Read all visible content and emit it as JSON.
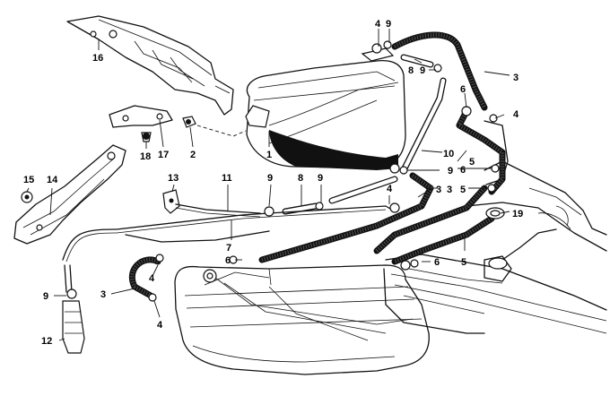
{
  "callouts": [
    {
      "id": "c16a",
      "label": "16"
    },
    {
      "id": "c4a",
      "label": "4"
    },
    {
      "id": "c9a",
      "label": "9"
    },
    {
      "id": "c8a",
      "label": "8"
    },
    {
      "id": "c9b",
      "label": "9"
    },
    {
      "id": "c3a",
      "label": "3"
    },
    {
      "id": "c6a",
      "label": "6"
    },
    {
      "id": "c4b",
      "label": "4"
    },
    {
      "id": "c10",
      "label": "10"
    },
    {
      "id": "c5a",
      "label": "5"
    },
    {
      "id": "c9c",
      "label": "9"
    },
    {
      "id": "c6b",
      "label": "6"
    },
    {
      "id": "c3b",
      "label": "3"
    },
    {
      "id": "c5b",
      "label": "5"
    },
    {
      "id": "c19",
      "label": "19"
    },
    {
      "id": "c1",
      "label": "1"
    },
    {
      "id": "c2",
      "label": "2"
    },
    {
      "id": "c17",
      "label": "17"
    },
    {
      "id": "c18",
      "label": "18"
    },
    {
      "id": "c15",
      "label": "15"
    },
    {
      "id": "c14",
      "label": "14"
    },
    {
      "id": "c13",
      "label": "13"
    },
    {
      "id": "c11",
      "label": "11"
    },
    {
      "id": "c9d",
      "label": "9"
    },
    {
      "id": "c8b",
      "label": "8"
    },
    {
      "id": "c9e",
      "label": "9"
    },
    {
      "id": "c4c",
      "label": "4"
    },
    {
      "id": "c3c",
      "label": "3"
    },
    {
      "id": "c7",
      "label": "7"
    },
    {
      "id": "c6c",
      "label": "6"
    },
    {
      "id": "c6d",
      "label": "6"
    },
    {
      "id": "c5c",
      "label": "5"
    },
    {
      "id": "c9f",
      "label": "9"
    },
    {
      "id": "c3d",
      "label": "3"
    },
    {
      "id": "c4d",
      "label": "4"
    },
    {
      "id": "c4e",
      "label": "4"
    },
    {
      "id": "c12",
      "label": "12"
    }
  ]
}
